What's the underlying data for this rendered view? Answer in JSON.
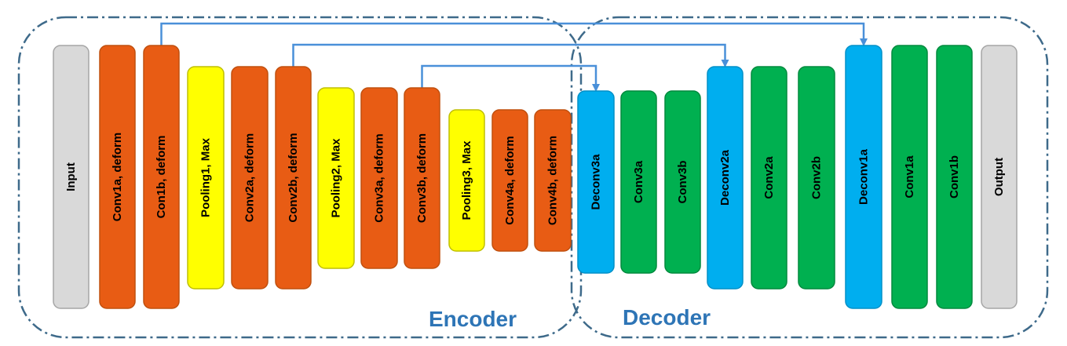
{
  "colors": {
    "gray_fill": "#d9d9d9",
    "gray_stroke": "#a6a6a6",
    "orange_fill": "#e85c14",
    "orange_stroke": "#c0500f",
    "yellow_fill": "#ffff00",
    "yellow_stroke": "#bfbf00",
    "blue_fill": "#00aeef",
    "blue_stroke": "#0090c8",
    "green_fill": "#00b050",
    "green_stroke": "#008a3e",
    "connector": "#4a90d9",
    "group_border": "#3e6a8a",
    "group_label": "#2e75b6"
  },
  "groups": {
    "encoder": "Encoder",
    "decoder": "Decoder"
  },
  "layers": [
    {
      "label": "Input",
      "kind": "gray"
    },
    {
      "label": "Conv1a, deform",
      "kind": "orange"
    },
    {
      "label": "Con1b, deform",
      "kind": "orange"
    },
    {
      "label": "Pooling1, Max",
      "kind": "yellow"
    },
    {
      "label": "Conv2a, deform",
      "kind": "orange"
    },
    {
      "label": "Conv2b, deform",
      "kind": "orange"
    },
    {
      "label": "Pooling2, Max",
      "kind": "yellow"
    },
    {
      "label": "Conv3a, deform",
      "kind": "orange"
    },
    {
      "label": "Conv3b, deform",
      "kind": "orange"
    },
    {
      "label": "Pooling3, Max",
      "kind": "yellow"
    },
    {
      "label": "Conv4a, deform",
      "kind": "orange"
    },
    {
      "label": "Conv4b, deform",
      "kind": "orange"
    },
    {
      "label": "Deconv3a",
      "kind": "blue"
    },
    {
      "label": "Conv3a",
      "kind": "green"
    },
    {
      "label": "Conv3b",
      "kind": "green"
    },
    {
      "label": "Deconv2a",
      "kind": "blue"
    },
    {
      "label": "Conv2a",
      "kind": "green"
    },
    {
      "label": "Conv2b",
      "kind": "green"
    },
    {
      "label": "Deconv1a",
      "kind": "blue"
    },
    {
      "label": "Conv1a",
      "kind": "green"
    },
    {
      "label": "Conv1b",
      "kind": "green"
    },
    {
      "label": "Output",
      "kind": "gray"
    }
  ],
  "skip_connections": [
    {
      "from": 2,
      "to": 18
    },
    {
      "from": 5,
      "to": 15
    },
    {
      "from": 8,
      "to": 12
    }
  ]
}
